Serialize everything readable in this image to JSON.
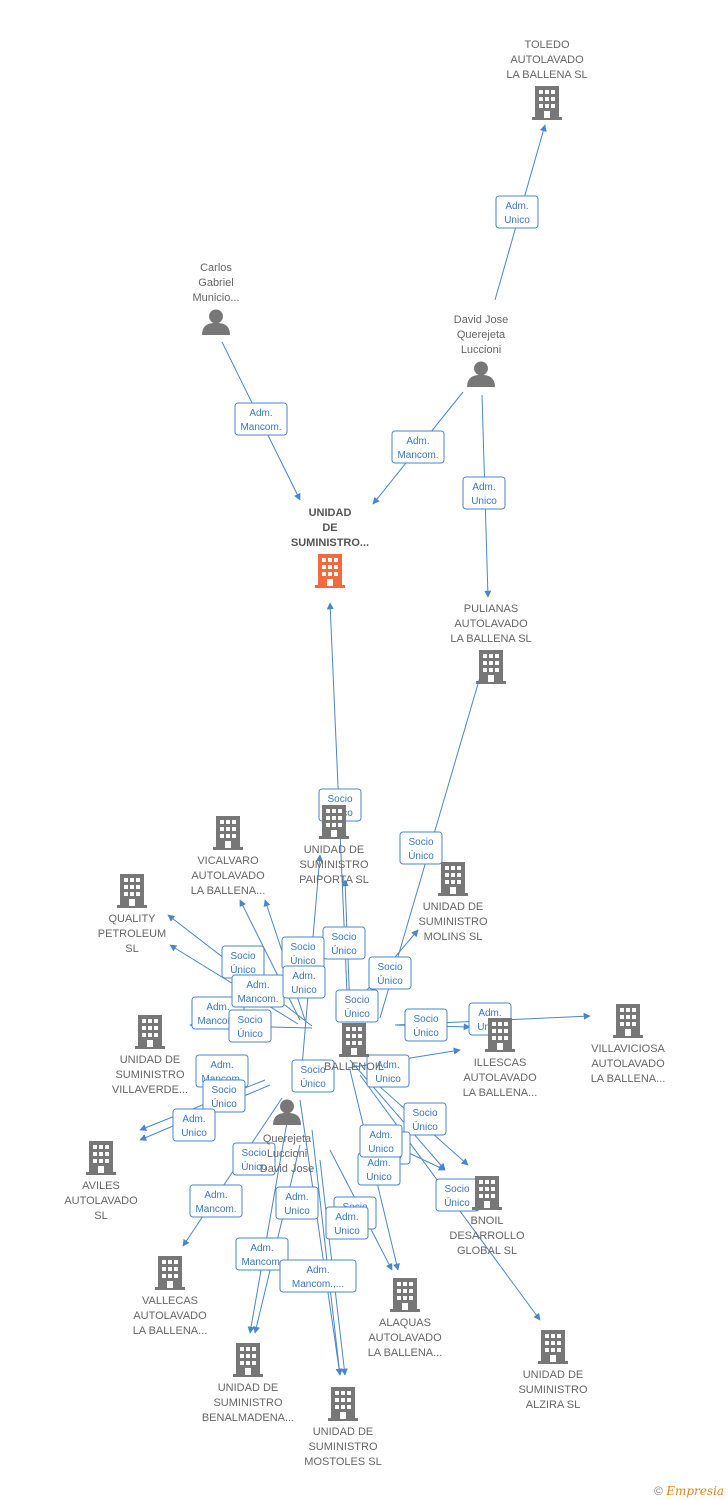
{
  "colors": {
    "edge": "#4a86c8",
    "company": "#777777",
    "focus": "#f26a3d",
    "person": "#777777"
  },
  "nodes": [
    {
      "id": "toledo",
      "type": "company",
      "label": [
        "TOLEDO",
        "AUTOLAVADO",
        "LA BALLENA SL"
      ]
    },
    {
      "id": "carlos",
      "type": "person",
      "label": [
        "Carlos",
        "Gabriel",
        "Municio..."
      ]
    },
    {
      "id": "david",
      "type": "person",
      "label": [
        "David Jose",
        "Querejeta",
        "Luccioni"
      ]
    },
    {
      "id": "unidad_main",
      "type": "focus",
      "label": [
        "UNIDAD",
        "DE",
        "SUMINISTRO..."
      ]
    },
    {
      "id": "pulianas",
      "type": "company",
      "label": [
        "PULIANAS",
        "AUTOLAVADO",
        "LA BALLENA SL"
      ]
    },
    {
      "id": "paiporta",
      "type": "company",
      "label": [
        "UNIDAD DE",
        "SUMINISTRO",
        "PAIPORTA SL"
      ]
    },
    {
      "id": "vicalvaro",
      "type": "company",
      "label": [
        "VICALVARO",
        "AUTOLAVADO",
        "LA BALLENA..."
      ]
    },
    {
      "id": "quality",
      "type": "company",
      "label": [
        "QUALITY",
        "PETROLEUM",
        "SL"
      ]
    },
    {
      "id": "molins",
      "type": "company",
      "label": [
        "UNIDAD DE",
        "SUMINISTRO",
        "MOLINS SL"
      ]
    },
    {
      "id": "villaverde",
      "type": "company",
      "label": [
        "UNIDAD DE",
        "SUMINISTRO",
        "VILLAVERDE..."
      ]
    },
    {
      "id": "ballenoil",
      "type": "company",
      "label": [
        "BALLENOIL"
      ]
    },
    {
      "id": "illescas",
      "type": "company",
      "label": [
        "ILLESCAS",
        "AUTOLAVADO",
        "LA BALLENA..."
      ]
    },
    {
      "id": "villaviciosa",
      "type": "company",
      "label": [
        "VILLAVICIOSA",
        "AUTOLAVADO",
        "LA BALLENA..."
      ]
    },
    {
      "id": "david2",
      "type": "person",
      "label": [
        "Querejeta",
        "Luccioni",
        "David Jose"
      ]
    },
    {
      "id": "aviles",
      "type": "company",
      "label": [
        "AVILES",
        "AUTOLAVADO",
        "SL"
      ]
    },
    {
      "id": "bnoil",
      "type": "company",
      "label": [
        "BNOIL",
        "DESARROLLO",
        "GLOBAL SL"
      ]
    },
    {
      "id": "vallecas",
      "type": "company",
      "label": [
        "VALLECAS",
        "AUTOLAVADO",
        "LA BALLENA..."
      ]
    },
    {
      "id": "alaquas",
      "type": "company",
      "label": [
        "ALAQUAS",
        "AUTOLAVADO",
        "LA BALLENA..."
      ]
    },
    {
      "id": "alzira",
      "type": "company",
      "label": [
        "UNIDAD DE",
        "SUMINISTRO",
        "ALZIRA SL"
      ]
    },
    {
      "id": "benalmadena",
      "type": "company",
      "label": [
        "UNIDAD DE",
        "SUMINISTRO",
        "BENALMADENA..."
      ]
    },
    {
      "id": "mostoles",
      "type": "company",
      "label": [
        "UNIDAD DE",
        "SUMINISTRO",
        "MOSTOLES SL"
      ]
    }
  ],
  "edge_labels": [
    [
      "Adm.",
      "Unico"
    ],
    [
      "Adm.",
      "Mancom."
    ],
    [
      "Adm.",
      "Mancom."
    ],
    [
      "Adm.",
      "Unico"
    ],
    [
      "Socio",
      "Único"
    ],
    [
      "Socio",
      "Único"
    ],
    [
      "Socio",
      "Único"
    ],
    [
      "Socio",
      "Único"
    ],
    [
      "Socio",
      "Único"
    ],
    [
      "Socio",
      "Único"
    ],
    [
      "Adm.",
      "Mancom."
    ],
    [
      "Adm.",
      "Mancom."
    ],
    [
      "Adm.",
      "Unico"
    ],
    [
      "Socio",
      "Único"
    ],
    [
      "Socio",
      "Único"
    ],
    [
      "Socio",
      "Único"
    ],
    [
      "Adm.",
      "Unico"
    ],
    [
      "Adm.",
      "Unico"
    ],
    [
      "Socio",
      "Único"
    ],
    [
      "Adm.",
      "Mancom."
    ],
    [
      "Socio",
      "Único"
    ],
    [
      "Adm.",
      "Unico"
    ],
    [
      "Adm.",
      "Unico"
    ],
    [
      "Socio",
      "Único"
    ],
    [
      "Socio",
      "Único"
    ],
    [
      "Adm.",
      "Unico"
    ],
    [
      "Socio",
      "Único"
    ],
    [
      "Adm.",
      "Unico"
    ],
    [
      "Adm.",
      "Mancom."
    ],
    [
      "Socio",
      "Único"
    ],
    [
      "Adm.",
      "Mancom."
    ],
    [
      "Adm.",
      "Mancom.,..."
    ],
    [
      "Adm.",
      "Unico"
    ],
    [
      "Adm.",
      "Unico"
    ],
    [
      "Socio",
      "Único"
    ]
  ],
  "footer": {
    "copyright": "©",
    "brand": "Empresia"
  }
}
